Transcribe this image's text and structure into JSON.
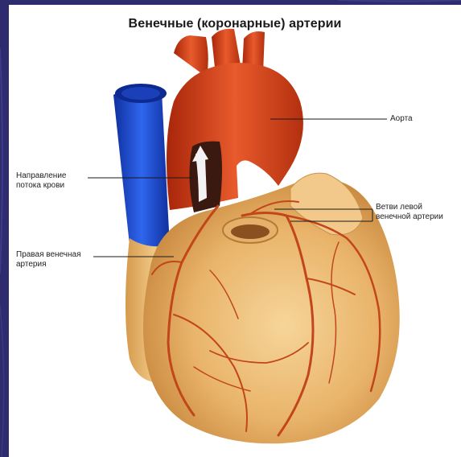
{
  "title": "Венечные (коронарные) артерии",
  "labels": {
    "aorta": "Аорта",
    "flow_line1": "Направление",
    "flow_line2": "потока крови",
    "left_branches_line1": "Ветви левой",
    "left_branches_line2": "венечной артерии",
    "right_artery_line1": "Правая венечная",
    "right_artery_line2": "артерия"
  },
  "colors": {
    "slide_background": "#2e2c6e",
    "panel": "#ffffff",
    "aorta": "#d43a12",
    "vena_cava": "#1f4fd6",
    "heart": "#e8b36a",
    "artery": "#c2461a"
  }
}
